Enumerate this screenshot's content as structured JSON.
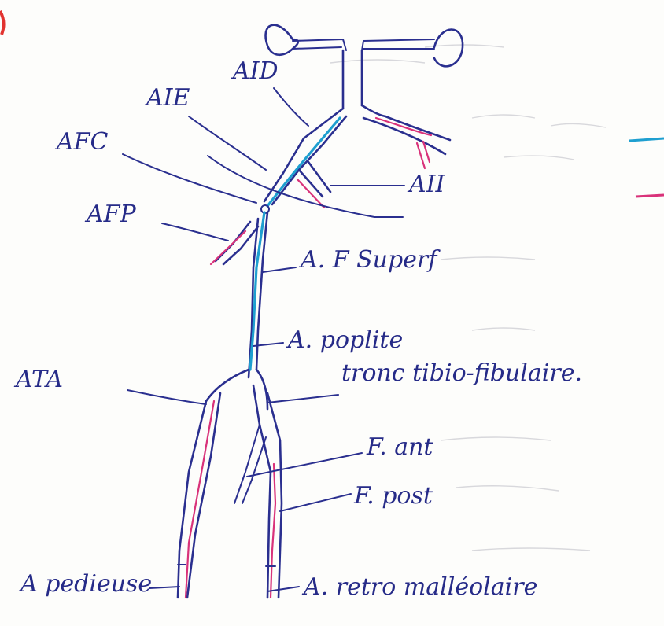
{
  "labels": {
    "aid": "AID",
    "aie": "AIE",
    "afc": "AFC",
    "afp": "AFP",
    "aii": "AII",
    "af_superf": "A. F Superf",
    "a_poplite": "A. poplite",
    "ata": "ATA",
    "tronc": "tronc tibio-fibulaire.",
    "f_ant": "F. ant",
    "f_post": "F. post",
    "a_pedieuse": "A pedieuse",
    "a_retro": "A. retro malléolaire"
  },
  "colors": {
    "ink": "#2a2f8f",
    "highlight_blue": "#1e9fd0",
    "highlight_pink": "#d9327a",
    "paper": "#fdfdfb"
  }
}
